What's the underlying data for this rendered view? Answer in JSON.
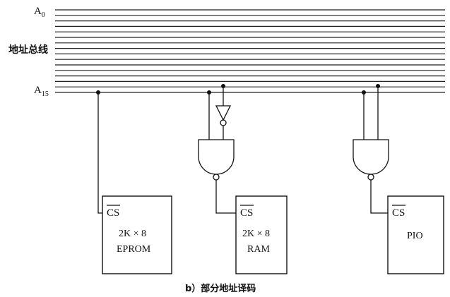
{
  "bus": {
    "label": "地址总线",
    "top_line_letter": "A",
    "top_line_index": "0",
    "bottom_line_letter": "A",
    "bottom_line_index": "15",
    "line_count": 16
  },
  "chips": [
    {
      "id": "eprom",
      "cs_label": "CS",
      "size": "2K × 8",
      "name": "EPROM"
    },
    {
      "id": "ram",
      "cs_label": "CS",
      "size": "2K × 8",
      "name": "RAM"
    },
    {
      "id": "pio",
      "cs_label": "CS",
      "size": "",
      "name": "PIO"
    }
  ],
  "caption": "b）部分地址译码"
}
